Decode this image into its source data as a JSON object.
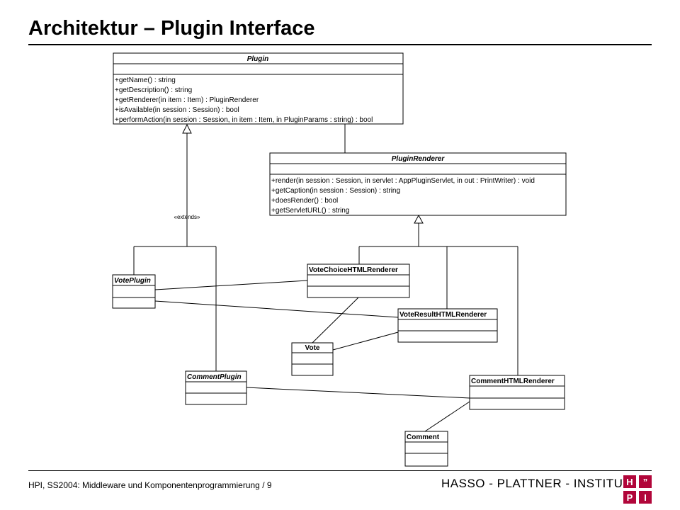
{
  "slide": {
    "title": "Architektur – Plugin Interface",
    "footer": "HPI, SS2004: Middleware und Komponentenprogrammierung / 9",
    "logo_text": "HASSO - PLATTNER - INSTITUT",
    "logo_letters": [
      "H",
      "”",
      "P",
      "I"
    ],
    "logo_color": "#b1063a"
  },
  "diagram": {
    "classes": {
      "plugin": {
        "name": "Plugin",
        "methods": [
          "+getName() : string",
          "+getDescription() : string",
          "+getRenderer(in item : Item) : PluginRenderer",
          "+isAvailable(in session : Session) : bool",
          "+performAction(in session : Session, in item : Item, in PluginParams : string) : bool"
        ]
      },
      "plugin_renderer": {
        "name": "PluginRenderer",
        "methods": [
          "+render(in session : Session, in servlet : AppPluginServlet, in out : PrintWriter) : void",
          "+getCaption(in session : Session) : string",
          "+doesRender() : bool",
          "+getServletURL() : string"
        ]
      },
      "vote_plugin": {
        "name": "VotePlugin"
      },
      "vote_choice_renderer": {
        "name": "VoteChoiceHTMLRenderer"
      },
      "vote_result_renderer": {
        "name": "VoteResultHTMLRenderer"
      },
      "vote": {
        "name": "Vote"
      },
      "comment_plugin": {
        "name": "CommentPlugin"
      },
      "comment_renderer": {
        "name": "CommentHTMLRenderer"
      },
      "comment": {
        "name": "Comment"
      }
    },
    "extends_label": "«extends»"
  }
}
